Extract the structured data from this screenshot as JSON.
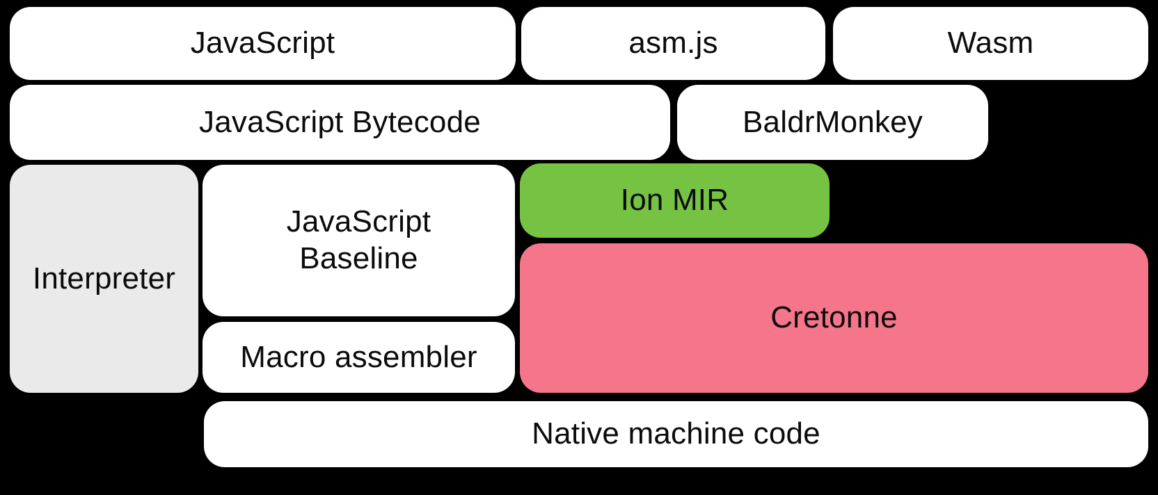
{
  "diagram": {
    "title": "SpiderMonkey compiler pipeline diagram",
    "background_color": "#000000",
    "nodes": {
      "javascript": {
        "label": "JavaScript",
        "color": "#ffffff"
      },
      "asmjs": {
        "label": "asm.js",
        "color": "#ffffff"
      },
      "wasm": {
        "label": "Wasm",
        "color": "#ffffff"
      },
      "bytecode": {
        "label": "JavaScript Bytecode",
        "color": "#ffffff"
      },
      "baldrmonkey": {
        "label": "BaldrMonkey",
        "color": "#ffffff"
      },
      "interpreter": {
        "label": "Interpreter",
        "color": "#eaeaea"
      },
      "baseline": {
        "label": "JavaScript\nBaseline",
        "color": "#ffffff"
      },
      "ionmir": {
        "label": "Ion MIR",
        "color": "#76c344"
      },
      "macroasm": {
        "label": "Macro assembler",
        "color": "#ffffff"
      },
      "cretonne": {
        "label": "Cretonne",
        "color": "#f5768a"
      },
      "nativecode": {
        "label": "Native machine code",
        "color": "#ffffff"
      }
    }
  }
}
